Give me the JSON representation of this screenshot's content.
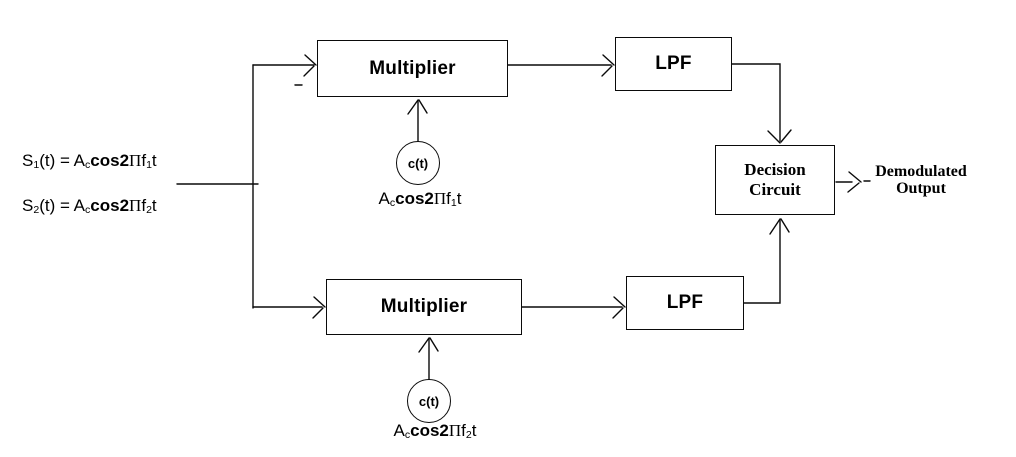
{
  "diagram": {
    "background_color": "#ffffff",
    "line_color": "#0a0a0a",
    "text_color": "#000000",
    "input_signals": {
      "s1": [
        {
          "text": "S"
        },
        {
          "text": "1",
          "style": "sub"
        },
        {
          "text": "(t) = A"
        },
        {
          "text": "c",
          "style": "sub"
        },
        {
          "text": "cos2",
          "style": "bold"
        },
        {
          "text": "Π",
          "style": "pi"
        },
        {
          "text": "f"
        },
        {
          "text": "1",
          "style": "sub"
        },
        {
          "text": "t"
        }
      ],
      "s2": [
        {
          "text": "S"
        },
        {
          "text": "2",
          "style": "sub"
        },
        {
          "text": "(t) = A"
        },
        {
          "text": "c",
          "style": "sub"
        },
        {
          "text": "cos2",
          "style": "bold"
        },
        {
          "text": "Π",
          "style": "pi"
        },
        {
          "text": "f"
        },
        {
          "text": "2",
          "style": "sub"
        },
        {
          "text": "t"
        }
      ]
    },
    "blocks": {
      "multiplier_top": {
        "label": "Multiplier"
      },
      "lpf_top": {
        "label": "LPF"
      },
      "multiplier_bottom": {
        "label": "Multiplier"
      },
      "lpf_bottom": {
        "label": "LPF"
      },
      "decision_circuit": {
        "label_line1": "Decision",
        "label_line2": "Circuit"
      }
    },
    "carriers": {
      "top": {
        "node_label": "c(t)",
        "formula": [
          {
            "text": "A"
          },
          {
            "text": "c",
            "style": "sub"
          },
          {
            "text": "cos2",
            "style": "bold"
          },
          {
            "text": "Π",
            "style": "pi"
          },
          {
            "text": "f"
          },
          {
            "text": "1",
            "style": "sub"
          },
          {
            "text": "t"
          }
        ]
      },
      "bottom": {
        "node_label": "c(t)",
        "formula": [
          {
            "text": "A"
          },
          {
            "text": "c",
            "style": "sub"
          },
          {
            "text": "cos2",
            "style": "bold"
          },
          {
            "text": "Π",
            "style": "pi"
          },
          {
            "text": "f"
          },
          {
            "text": "2",
            "style": "sub"
          },
          {
            "text": "t"
          }
        ]
      }
    },
    "output_label": {
      "line1": "Demodulated",
      "line2": "Output"
    }
  }
}
